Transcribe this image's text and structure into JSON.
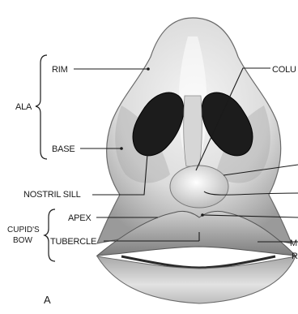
{
  "panel_letter": "A",
  "groups": {
    "ala": "ALA",
    "cupids_bow_line1": "CUPID'S",
    "cupids_bow_line2": "BOW"
  },
  "labels": {
    "rim": "RIM",
    "base": "BASE",
    "nostril_sill": "NOSTRIL SILL",
    "apex": "APEX",
    "tubercle": "TUBERCLE",
    "columella_truncated": "COLU",
    "right_truncated_line1": "M",
    "right_truncated_line2": "R"
  }
}
